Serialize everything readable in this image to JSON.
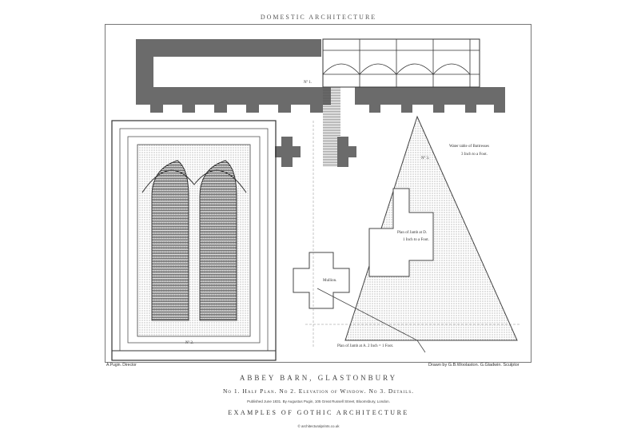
{
  "header": {
    "series_title": "DOMESTIC ARCHITECTURE"
  },
  "drawing": {
    "labels": {
      "no1": "Nº 1.",
      "no2": "Nº 2.",
      "no3": "Nº 3.",
      "water_table": "Water table of Buttresses",
      "water_table_scale": "3 Inch to a Foot.",
      "jamb_plan": "Plan of Jamb at D.",
      "jamb_scale": "1 Inch to a Foot.",
      "mullion": "Mullion.",
      "jamb_plan_a": "Plan of Jamb at A. 2 Inch = 1 Foot."
    }
  },
  "credits": {
    "left": "A.Pugin. Director",
    "right": "Drawn by G.B.Woolaston. G.Gladwin. Sculptor"
  },
  "titles": {
    "plate_title": "ABBEY BARN, GLASTONBURY",
    "plate_subtitle": "No 1. Half Plan. No 2. Elevation of Window. No 3. Details.",
    "publisher": "Published June 1831. By Augustus Pugin, 105 Great Russell Street, Bloomsbury, London.",
    "book_title": "EXAMPLES OF GOTHIC ARCHITECTURE",
    "website": "© architecturalprints.co.uk"
  },
  "colors": {
    "wall_fill": "#6b6b6b",
    "line": "#444444",
    "stipple": "#b8b8b8"
  }
}
